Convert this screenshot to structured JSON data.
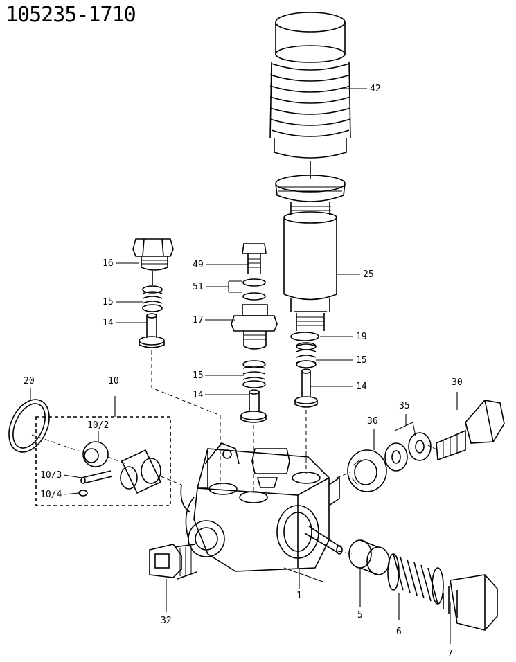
{
  "title": "105235-1710",
  "parts": {
    "p42": "42",
    "p25": "25",
    "p16": "16",
    "p49": "49",
    "p51": "51",
    "p15a": "15",
    "p17": "17",
    "p14a": "14",
    "p19": "19",
    "p15b": "15",
    "p15c": "15",
    "p14b": "14",
    "p14c": "14",
    "p20": "20",
    "p10": "10",
    "p10_2": "10/2",
    "p10_3": "10/3",
    "p10_4": "10/4",
    "p30": "30",
    "p35": "35",
    "p36": "36",
    "p1": "1",
    "p5": "5",
    "p6": "6",
    "p7": "7",
    "p32": "32"
  },
  "colors": {
    "ink": "#000000",
    "paper": "#ffffff"
  }
}
